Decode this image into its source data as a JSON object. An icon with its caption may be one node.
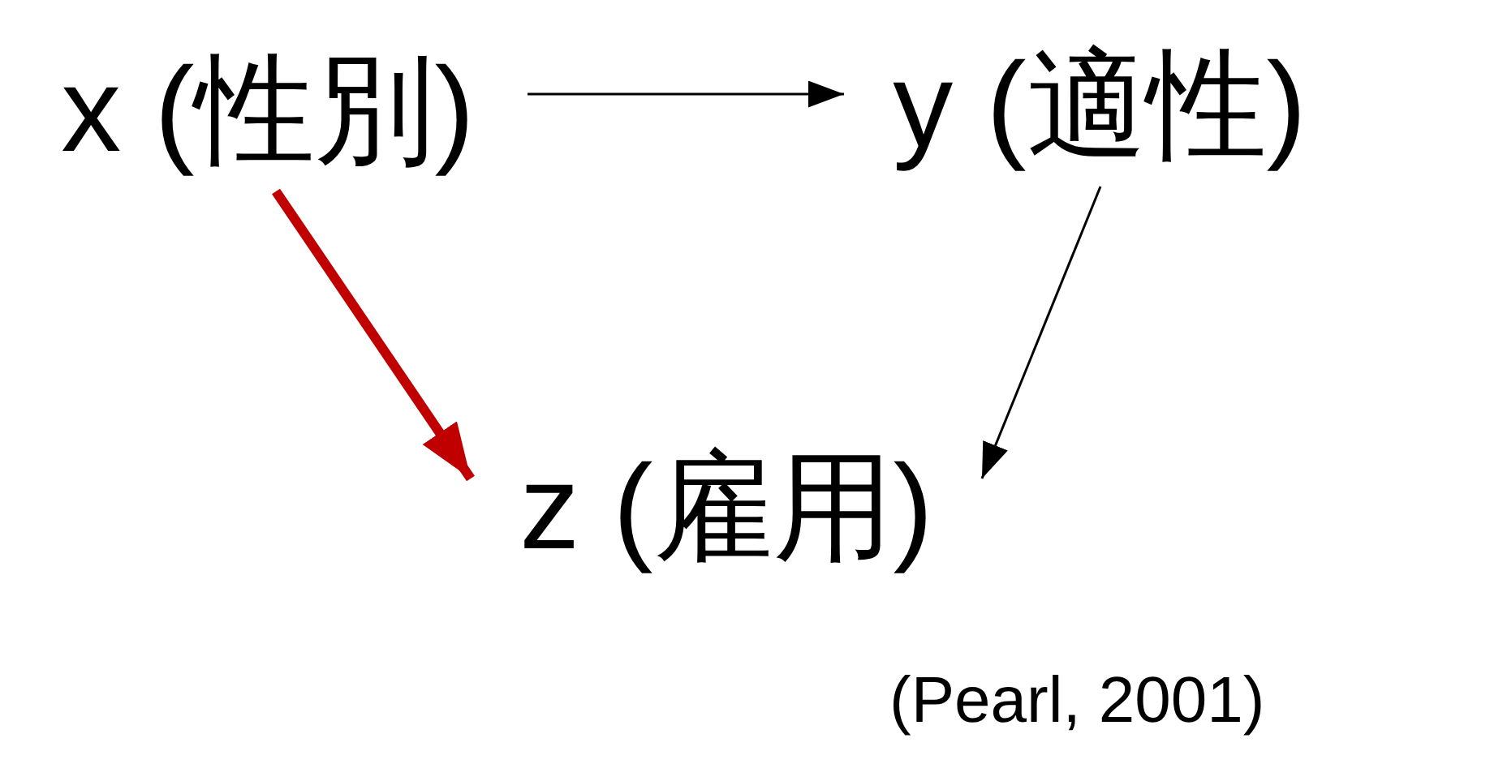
{
  "diagram": {
    "nodes": [
      {
        "text": [
          "x (性別)"
        ]
      },
      {
        "text": [
          "y (適性)"
        ]
      },
      {
        "text": [
          "z (雇用)"
        ]
      }
    ],
    "edges": [
      {
        "from": 0,
        "to": 1,
        "arrow": "to"
      },
      {
        "from": 0,
        "to": 2,
        "arrow": "to",
        "style": "thick",
        "color": "#c00000"
      },
      {
        "from": 1,
        "to": 2,
        "arrow": "to"
      }
    ],
    "labels": [
      "(Pearl, 2001)"
    ]
  }
}
